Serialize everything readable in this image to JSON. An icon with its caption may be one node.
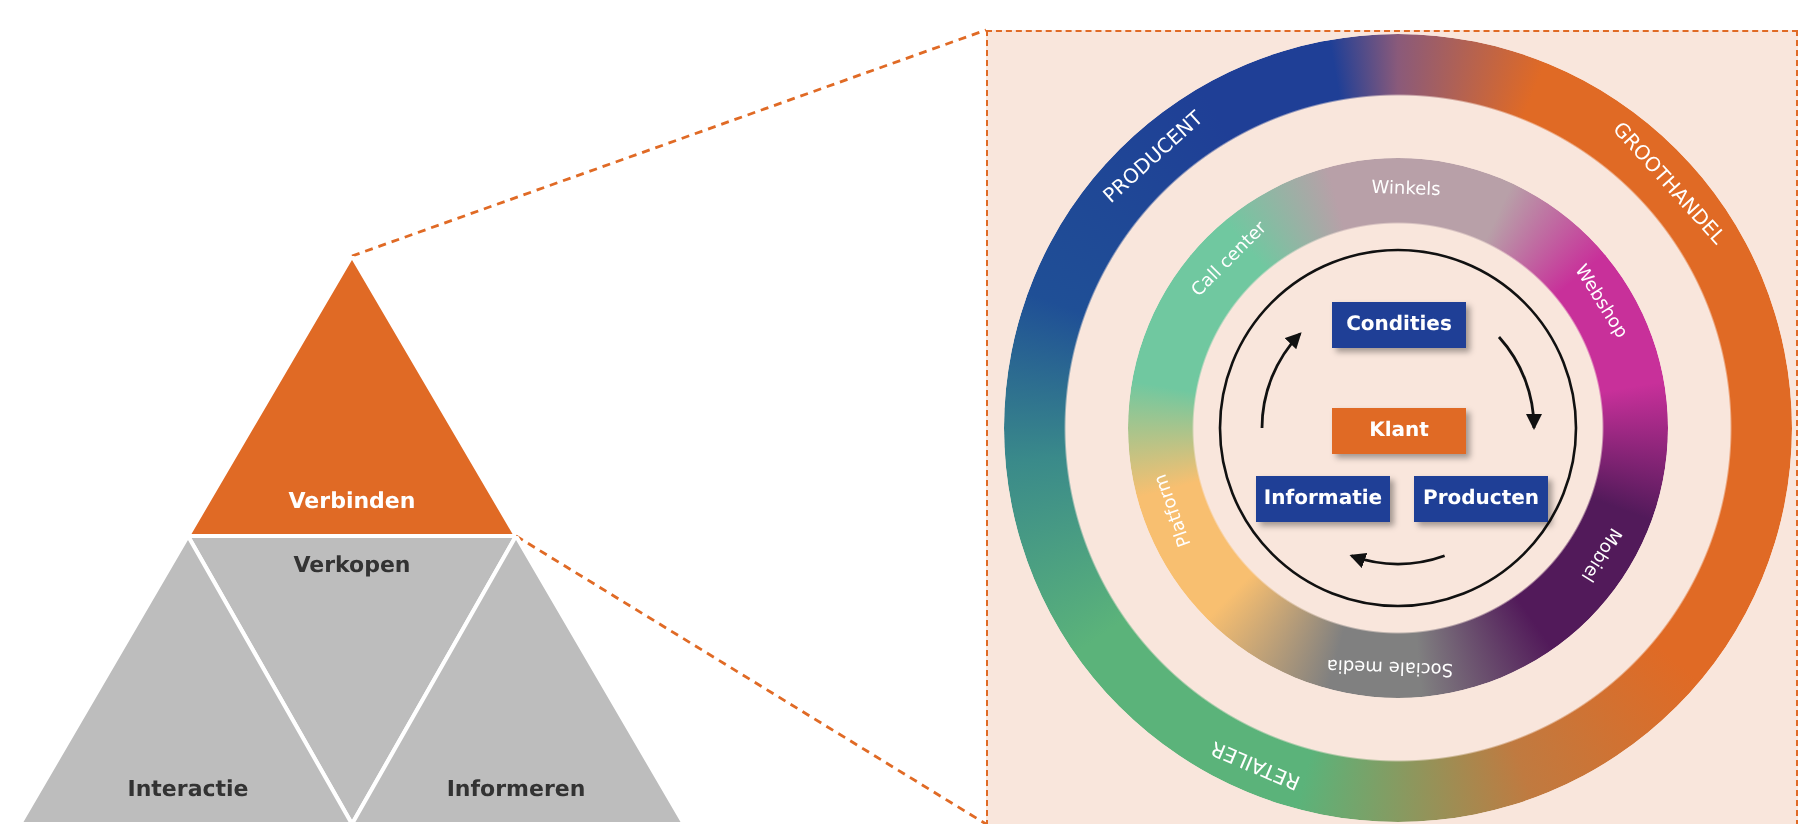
{
  "diagram": {
    "nodes": [
      {
        "text": [
          "Verbinden"
        ]
      },
      {
        "text": [
          "Verkopen"
        ]
      },
      {
        "text": [
          "Interactie"
        ]
      },
      {
        "text": [
          "Informeren"
        ]
      },
      {
        "text": [],
        "shape": "box"
      },
      {
        "text": [
          "PRODUCENT"
        ],
        "in": 4
      },
      {
        "text": [
          "GROOTHANDEL"
        ],
        "in": 4
      },
      {
        "text": [
          "RETAILER"
        ],
        "in": 4
      },
      {
        "text": [
          "Winkels"
        ],
        "in": 4
      },
      {
        "text": [
          "Webshop"
        ],
        "in": 4
      },
      {
        "text": [
          "Mobiel"
        ],
        "in": 4
      },
      {
        "text": [
          "Sociale media"
        ],
        "in": 4
      },
      {
        "text": [
          "Platform"
        ],
        "in": 4
      },
      {
        "text": [
          "Call center"
        ],
        "in": 4
      },
      {
        "text": [
          "Condities"
        ],
        "in": 4
      },
      {
        "text": [
          "Klant"
        ],
        "in": 4
      },
      {
        "text": [
          "Informatie"
        ],
        "in": 4
      },
      {
        "text": [
          "Producten"
        ],
        "in": 4
      }
    ],
    "edges": [
      {
        "from": 0,
        "to": 4,
        "arrow": "none",
        "style": "dashed",
        "color": "#e06a25"
      },
      {
        "from": 0,
        "to": 4,
        "arrow": "none",
        "style": "dashed",
        "color": "#e06a25"
      },
      {
        "from": 14,
        "to": 17,
        "arrow": "to"
      },
      {
        "from": 17,
        "to": 16,
        "arrow": "to"
      },
      {
        "from": 16,
        "to": 14,
        "arrow": "to"
      }
    ]
  }
}
